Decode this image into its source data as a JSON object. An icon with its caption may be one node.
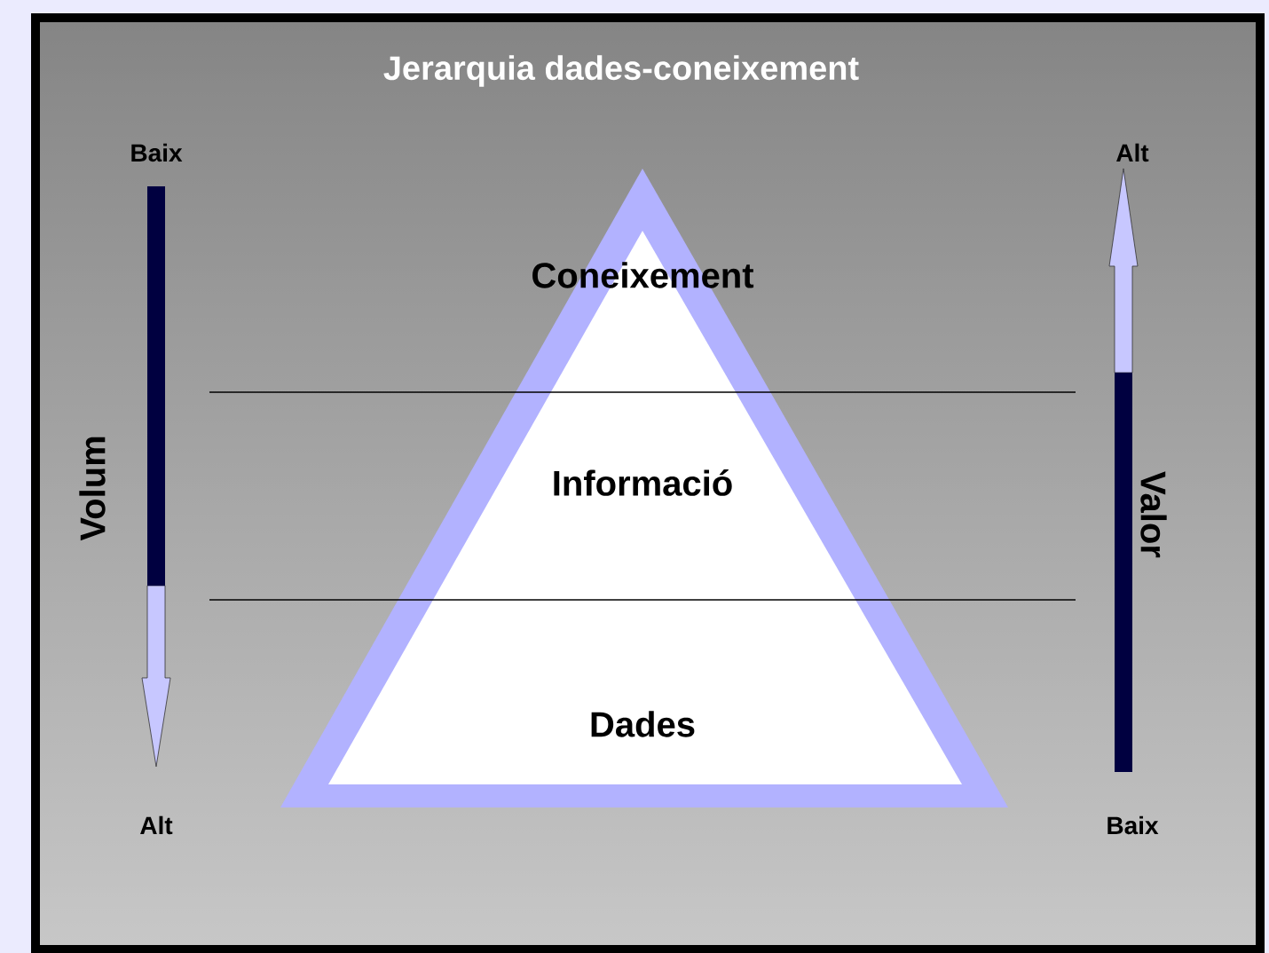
{
  "diagram": {
    "title": "Jerarquia dades-coneixement",
    "nodes": [
      {
        "text": [
          "Coneixement"
        ]
      },
      {
        "text": [
          "Informació"
        ]
      },
      {
        "text": [
          "Dades"
        ]
      }
    ],
    "labels": [
      "Baix",
      "Alt",
      "Volum",
      "Valor",
      "Alt",
      "Baix"
    ]
  }
}
